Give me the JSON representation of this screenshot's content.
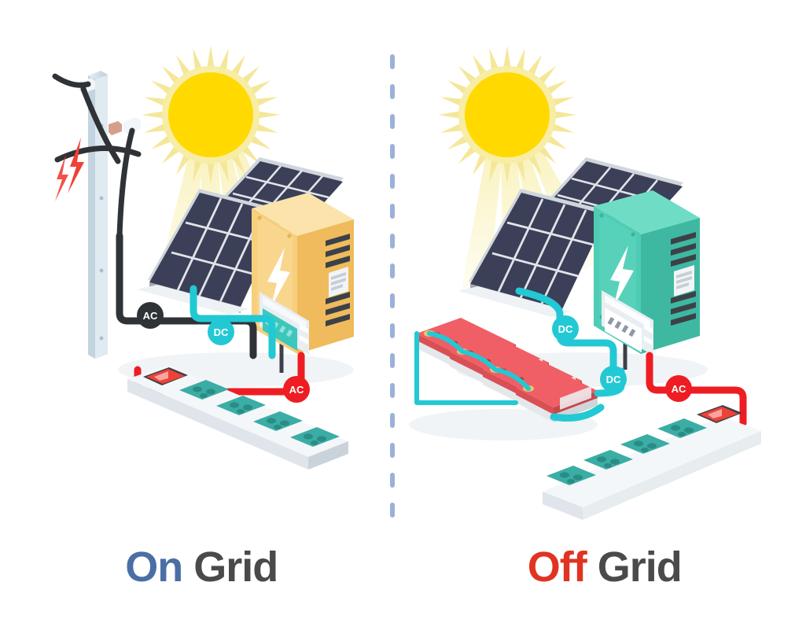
{
  "diagram": {
    "title_hidden": "",
    "divider": {
      "name": "vertical-dashed-divider",
      "color": "#8aa4d4",
      "style": "dashed"
    },
    "panels": [
      {
        "id": "on-grid",
        "label": {
          "accent_word": "On",
          "neutral_word": "Grid",
          "accent_color": "#4a6fa5",
          "neutral_color": "#4a4a4a"
        },
        "components": [
          {
            "name": "utility-pole",
            "color": "#cfdde8"
          },
          {
            "name": "power-lines",
            "color": "#2f3337"
          },
          {
            "name": "electric-spark",
            "color": "#ef4136"
          },
          {
            "name": "sun",
            "color": "#ffd900",
            "rays_color": "#f5e79a"
          },
          {
            "name": "solar-panel-front",
            "color": "#3b3f57"
          },
          {
            "name": "solar-panel-back",
            "color": "#3b3f57"
          },
          {
            "name": "inverter",
            "color": "#f7cf7d",
            "accent": "#ffffff"
          },
          {
            "name": "inverter-display",
            "color": "#3cc7bd"
          },
          {
            "name": "power-strip",
            "color": "#e7ecef",
            "socket_color": "#3aada4",
            "switch_color": "#ef4136"
          }
        ],
        "cables": [
          {
            "name": "ac-cable-grid",
            "tag": "AC",
            "color": "#2f3337",
            "tag_bg": "#2f3337"
          },
          {
            "name": "dc-cable-panel",
            "tag": "DC",
            "color": "#22c9d4",
            "tag_bg": "#22c9d4"
          },
          {
            "name": "ac-cable-load",
            "tag": "AC",
            "color": "#ee1d23",
            "tag_bg": "#ee1d23"
          }
        ],
        "tags": [
          "AC",
          "DC",
          "AC"
        ]
      },
      {
        "id": "off-grid",
        "label": {
          "accent_word": "Off",
          "neutral_word": "Grid",
          "accent_color": "#e03322",
          "neutral_color": "#4a4a4a"
        },
        "components": [
          {
            "name": "sun",
            "color": "#ffd900",
            "rays_color": "#f5e79a"
          },
          {
            "name": "solar-panel-front",
            "color": "#3b3f57"
          },
          {
            "name": "solar-panel-back",
            "color": "#3b3f57"
          },
          {
            "name": "inverter",
            "color": "#4ecdb4",
            "accent": "#ffffff"
          },
          {
            "name": "inverter-display",
            "color": "#ffffff"
          },
          {
            "name": "battery-bank",
            "color": "#ef5f65",
            "body_color": "#e4e8ea",
            "count": 4
          },
          {
            "name": "power-strip",
            "color": "#e7ecef",
            "socket_color": "#3aada4",
            "switch_color": "#ef4136"
          }
        ],
        "cables": [
          {
            "name": "dc-cable-panel",
            "tag": "DC",
            "color": "#22c9d4",
            "tag_bg": "#22c9d4"
          },
          {
            "name": "dc-cable-battery",
            "tag": "DC",
            "color": "#22c9d4",
            "tag_bg": "#22c9d4"
          },
          {
            "name": "ac-cable-load",
            "tag": "AC",
            "color": "#ee1d23",
            "tag_bg": "#ee1d23"
          }
        ],
        "tags": [
          "DC",
          "DC",
          "AC"
        ]
      }
    ]
  }
}
